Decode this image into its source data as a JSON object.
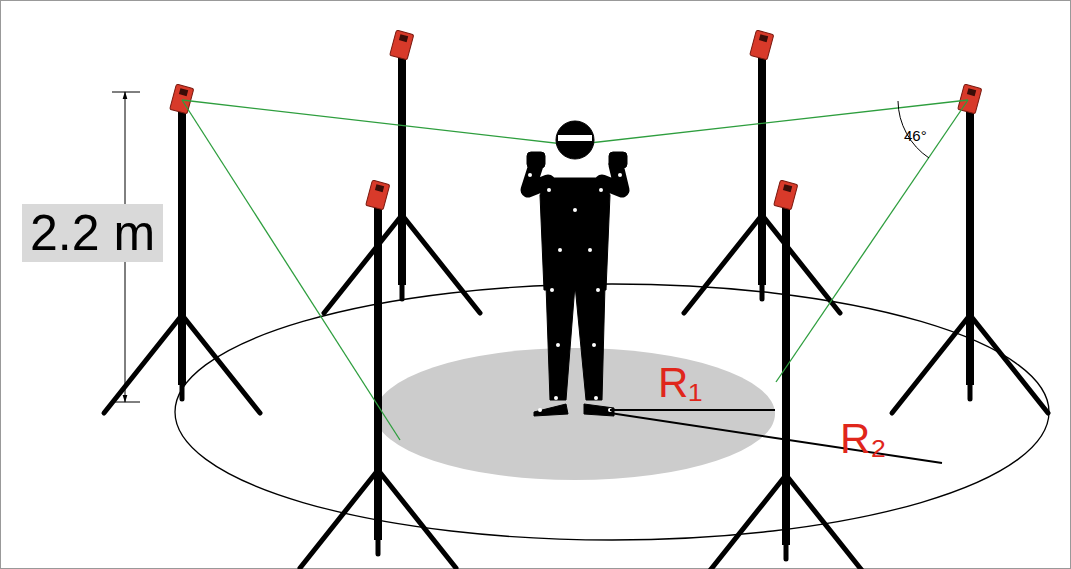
{
  "diagram": {
    "labels": [
      "2.2 m",
      "46°",
      "R₁",
      "R₂"
    ]
  }
}
